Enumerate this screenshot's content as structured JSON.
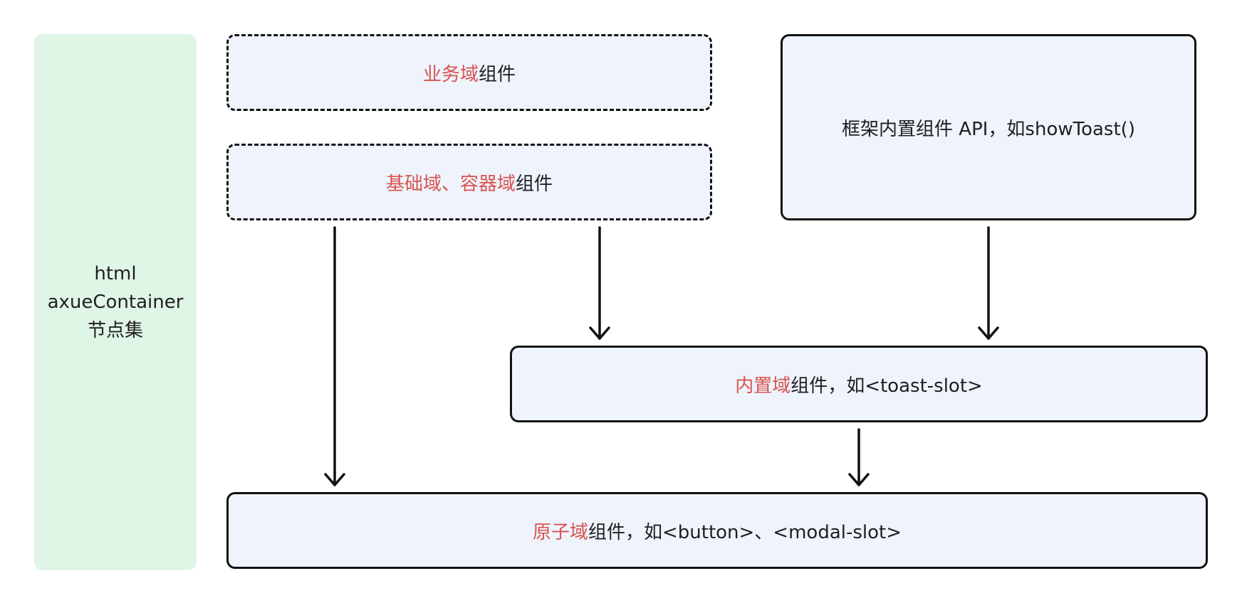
{
  "sidebar": {
    "lines": [
      "html",
      "axueContainer",
      "节点集"
    ]
  },
  "boxes": {
    "business": {
      "highlight": "业务域",
      "rest": "组件"
    },
    "base": {
      "highlight": "基础域、容器域",
      "rest": "组件"
    },
    "api": {
      "text": "框架内置组件 API，如showToast()"
    },
    "builtin": {
      "highlight": "内置域",
      "rest": "组件，如<toast-slot>"
    },
    "atom": {
      "highlight": "原子域",
      "rest": "组件，如<button>、<modal-slot>"
    }
  },
  "colors": {
    "highlight": "#d9534f",
    "box_fill": "#eef3fc",
    "sidebar_fill": "#dff5e6",
    "border": "#111111"
  }
}
